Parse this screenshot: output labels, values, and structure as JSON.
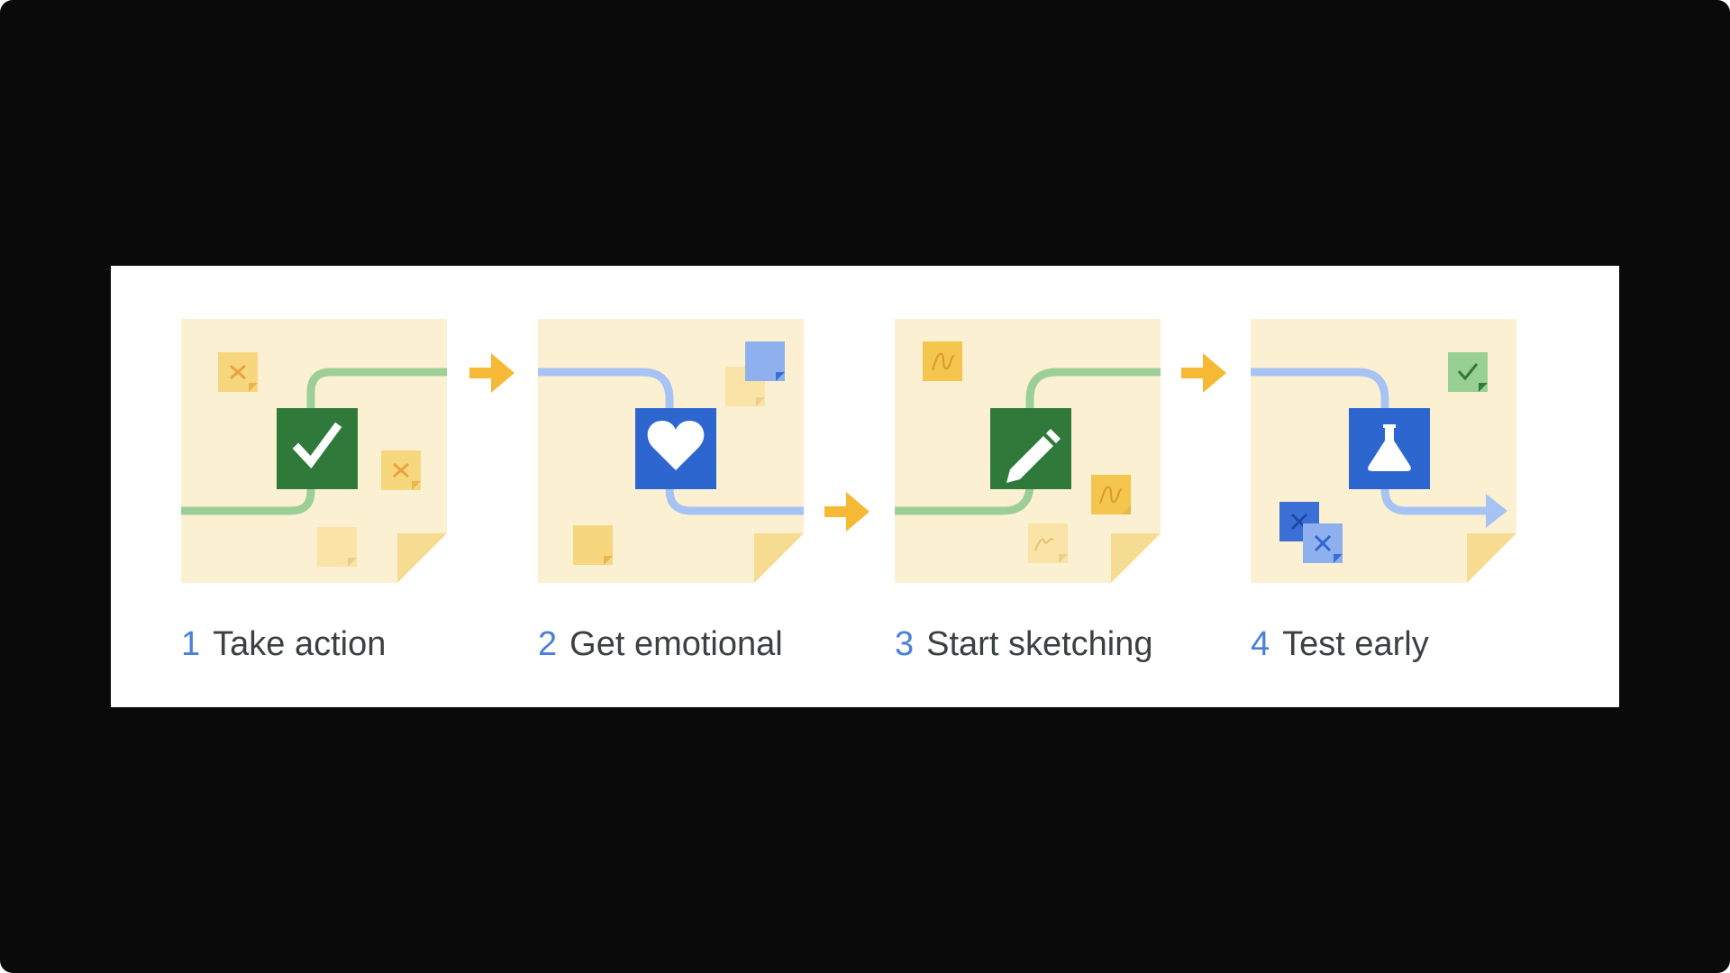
{
  "colors": {
    "background": "#0a0a0a",
    "panel": "#ffffff",
    "sheet": "#fcf0d3",
    "sticky": "#f7d77e",
    "green_path": "#9ccf97",
    "blue_path": "#a7c3f3",
    "arrow": "#f5b935",
    "green_tile": "#2f7a3a",
    "blue_tile": "#2e66cf",
    "number": "#4a7fdc",
    "label": "#3c4043"
  },
  "steps": [
    {
      "number": "1",
      "label": "Take action",
      "icon": "checkmark-icon"
    },
    {
      "number": "2",
      "label": "Get emotional",
      "icon": "heart-icon"
    },
    {
      "number": "3",
      "label": "Start sketching",
      "icon": "pencil-icon"
    },
    {
      "number": "4",
      "label": "Test early",
      "icon": "flask-icon"
    }
  ]
}
